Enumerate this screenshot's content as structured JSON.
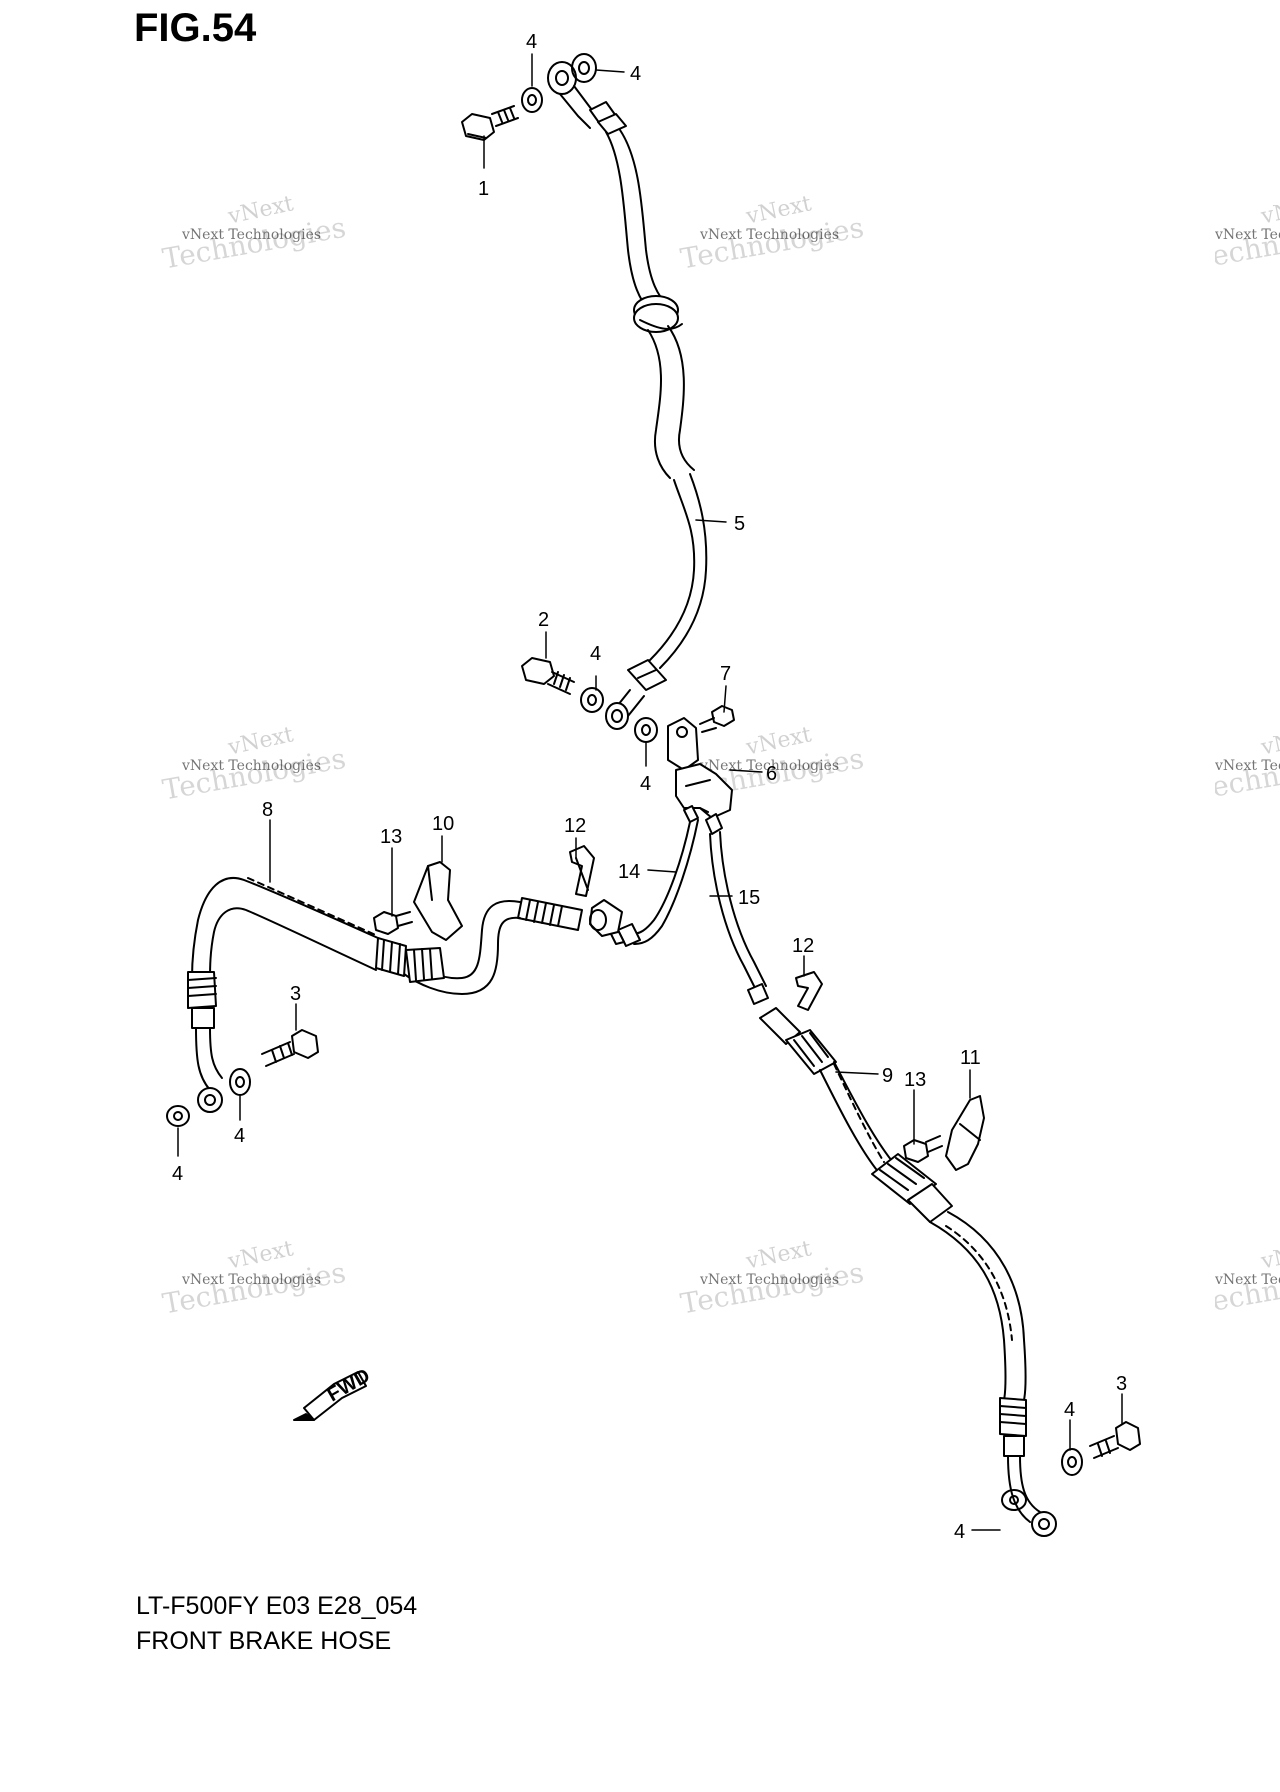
{
  "header": {
    "fig_label": "FIG.54"
  },
  "footer": {
    "model_code": "LT-F500FY E03 E28_054",
    "caption": "FRONT BRAKE  HOSE"
  },
  "watermark": {
    "line1": "vNext",
    "line2": "vNext Technologies",
    "line3": "Technologies"
  },
  "callouts": {
    "c1": "1",
    "c2": "2",
    "c3a": "3",
    "c3b": "3",
    "c4a": "4",
    "c4b": "4",
    "c4c": "4",
    "c4d": "4",
    "c4e": "4",
    "c4f": "4",
    "c4g": "4",
    "c4h": "4",
    "c5": "5",
    "c6": "6",
    "c7": "7",
    "c8": "8",
    "c9": "9",
    "c10": "10",
    "c11": "11",
    "c12a": "12",
    "c12b": "12",
    "c13a": "13",
    "c13b": "13",
    "c14": "14",
    "c15": "15"
  },
  "fwd_label": "FWD"
}
